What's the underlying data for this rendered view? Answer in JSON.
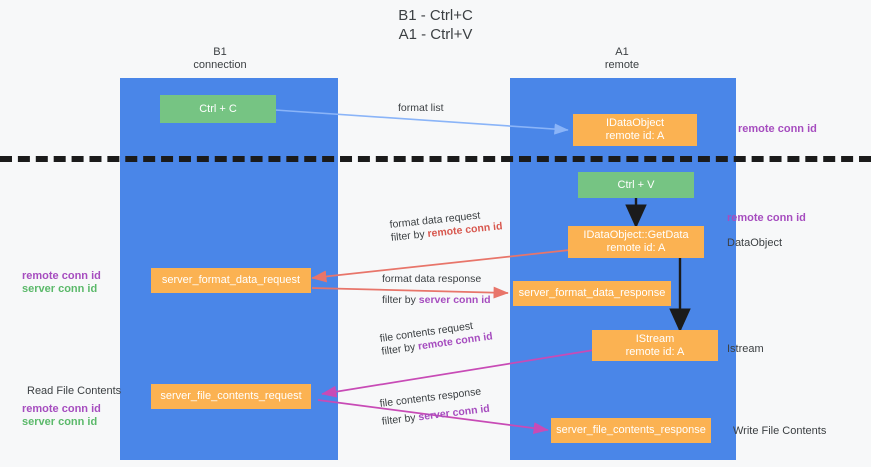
{
  "title": {
    "line1": "B1 - Ctrl+C",
    "line2": "A1 - Ctrl+V"
  },
  "columns": [
    {
      "id": "b1",
      "name": "B1",
      "role": "connection"
    },
    {
      "id": "a1",
      "name": "A1",
      "role": "remote"
    }
  ],
  "divider": {
    "style": "dashed",
    "color": "#1b1b1b"
  },
  "colors": {
    "background": "#f7f8f9",
    "column": "#4a86e8",
    "green_box": "#76c483",
    "orange_box": "#fbb252",
    "text_dark": "#3c4043",
    "purple": "#a64dbf",
    "green_text": "#5bb96a",
    "red_arrow": "#e8756a",
    "blue_arrow": "#8ab4f8",
    "magenta_arrow": "#c84bb6",
    "black_arrow": "#1b1b1b"
  },
  "boxes": {
    "ctrl_c": {
      "label": "Ctrl + C",
      "kind": "green"
    },
    "ctrl_v": {
      "label": "Ctrl + V",
      "kind": "green"
    },
    "idataobject": {
      "label": "IDataObject",
      "sub": "remote id: A",
      "kind": "orange"
    },
    "getdata": {
      "label": "IDataObject::GetData",
      "sub": "remote id: A",
      "kind": "orange"
    },
    "server_format_data_request": {
      "label": "server_format_data_request",
      "kind": "orange"
    },
    "server_format_data_response": {
      "label": "server_format_data_response",
      "kind": "orange"
    },
    "istream": {
      "label": "IStream",
      "sub": "remote id: A",
      "kind": "orange"
    },
    "server_file_contents_request": {
      "label": "server_file_contents_request",
      "kind": "orange"
    },
    "server_file_contents_response": {
      "label": "server_file_contents_response",
      "kind": "orange"
    }
  },
  "edges": [
    {
      "id": "format-list",
      "label": "format list",
      "filter": "",
      "filter_key": "",
      "color": "#8ab4f8"
    },
    {
      "id": "format-data-request",
      "label": "format data request",
      "filter_prefix": "filter by ",
      "filter_key": "remote conn id",
      "color": "#e8756a"
    },
    {
      "id": "format-data-response",
      "label": "format data response",
      "filter_prefix": "filter by ",
      "filter_key": "server conn id",
      "color": "#e8756a"
    },
    {
      "id": "file-contents-request",
      "label": "file contents request",
      "filter_prefix": "filter by ",
      "filter_key": "remote conn id",
      "color": "#c84bb6"
    },
    {
      "id": "file-contents-response",
      "label": "file contents response",
      "filter_prefix": "filter by ",
      "filter_key": "server conn id",
      "color": "#c84bb6"
    }
  ],
  "right_notes": [
    {
      "id": "remote-conn-id-top",
      "text": "remote conn id",
      "tone": "purple"
    },
    {
      "id": "remote-conn-id-mid",
      "text": "remote conn id",
      "tone": "purple"
    },
    {
      "id": "dataobject",
      "text": "DataObject",
      "tone": "dark"
    },
    {
      "id": "istream",
      "text": "Istream",
      "tone": "dark"
    },
    {
      "id": "write-file-contents",
      "text": "Write File Contents",
      "tone": "dark"
    }
  ],
  "left_notes": [
    {
      "id": "remote-conn-id-mid-left",
      "text": "remote conn id",
      "tone": "purple"
    },
    {
      "id": "server-conn-id-mid-left",
      "text": "server conn id",
      "tone": "green"
    },
    {
      "id": "read-file-contents",
      "text": "Read File Contents",
      "tone": "dark"
    },
    {
      "id": "remote-conn-id-bottom-left",
      "text": "remote conn id",
      "tone": "purple"
    },
    {
      "id": "server-conn-id-bottom-left",
      "text": "server conn id",
      "tone": "green"
    }
  ]
}
